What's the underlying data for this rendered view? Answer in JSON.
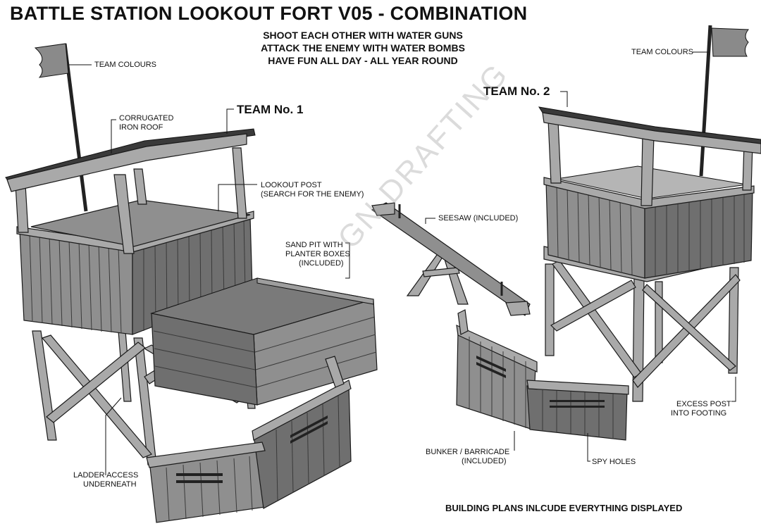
{
  "title": "BATTLE STATION LOOKOUT FORT V05 - COMBINATION",
  "subtitle_lines": [
    "SHOOT EACH OTHER WITH WATER GUNS",
    "ATTACK THE ENEMY WITH WATER BOMBS",
    "HAVE FUN ALL DAY - ALL YEAR ROUND"
  ],
  "teams": {
    "team1": "TEAM No. 1",
    "team2": "TEAM No. 2"
  },
  "labels": {
    "team_colours_left": "TEAM COLOURS",
    "team_colours_right": "TEAM COLOURS",
    "corrugated_roof_1": "CORRUGATED",
    "corrugated_roof_2": "IRON ROOF",
    "lookout_post_1": "LOOKOUT POST",
    "lookout_post_2": "(SEARCH FOR THE ENEMY)",
    "sand_pit_1": "SAND PIT WITH",
    "sand_pit_2": "PLANTER BOXES",
    "sand_pit_3": "(INCLUDED)",
    "seesaw": "SEESAW (INCLUDED)",
    "ladder_1": "LADDER ACCESS",
    "ladder_2": "UNDERNEATH",
    "bunker_1": "BUNKER / BARRICADE",
    "bunker_2": "(INCLUDED)",
    "spy_holes": "SPY HOLES",
    "excess_post_1": "EXCESS POST",
    "excess_post_2": "INTO FOOTING"
  },
  "watermark": "GN DRAFTING",
  "footer": "BUILDING PLANS INLCUDE EVERYTHING DISPLAYED",
  "colors": {
    "ink": "#111111",
    "wall": "#8f8f8f",
    "wall_dark": "#6f6f6f",
    "wood_light": "#a9a9a9",
    "roof": "#3a3a3a",
    "background": "#ffffff"
  }
}
